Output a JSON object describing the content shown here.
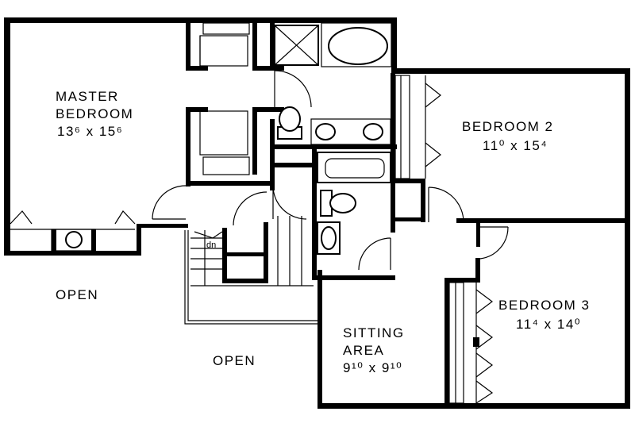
{
  "rooms": {
    "master": {
      "name_line1": "MASTER",
      "name_line2": "BEDROOM",
      "size": "13⁶ x 15⁶"
    },
    "bedroom2": {
      "name": "BEDROOM  2",
      "size": "11⁰ x 15⁴"
    },
    "bedroom3": {
      "name": "BEDROOM  3",
      "size": "11⁴ x 14⁰"
    },
    "sitting": {
      "name_line1": "SITTING",
      "name_line2": "AREA",
      "size": "9¹⁰ x 9¹⁰"
    }
  },
  "open_areas": {
    "left": "OPEN",
    "center": "OPEN"
  },
  "stair_note": "dn"
}
